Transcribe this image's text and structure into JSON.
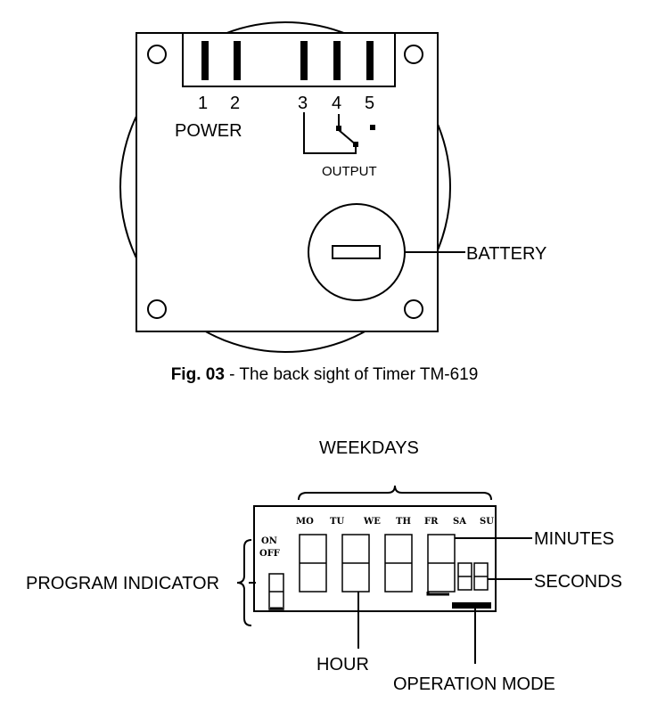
{
  "figure1": {
    "terminals": [
      "1",
      "2",
      "3",
      "4",
      "5"
    ],
    "power_label": "POWER",
    "output_label": "OUTPUT",
    "battery_label": "BATTERY",
    "caption_bold": "Fig. 03",
    "caption_rest": " - The back sight of Timer TM-619"
  },
  "figure2": {
    "weekdays_label": "WEEKDAYS",
    "days": [
      "MO",
      "TU",
      "WE",
      "TH",
      "FR",
      "SA",
      "SU"
    ],
    "on_label": "ON",
    "off_label": "OFF",
    "minutes_label": "MINUTES",
    "seconds_label": "SECONDS",
    "program_indicator_label": "PROGRAM INDICATOR",
    "hour_label": "HOUR",
    "operation_mode_label": "OPERATION MODE"
  }
}
